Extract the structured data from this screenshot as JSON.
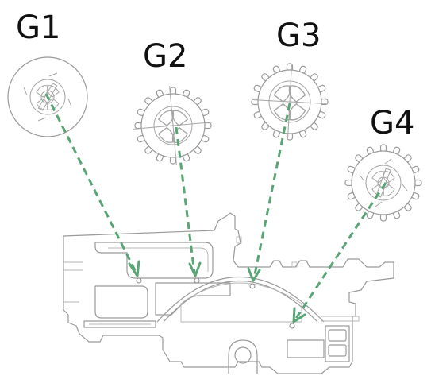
{
  "labels": {
    "g1": "G1",
    "g2": "G2",
    "g3": "G3",
    "g4": "G4"
  },
  "colors": {
    "arrow": "#5aa576",
    "outline": "#9a9a9a",
    "label": "#111111",
    "background": "#ffffff"
  },
  "icons": {
    "gear": "gear-icon",
    "housing": "gear-housing-outline"
  }
}
